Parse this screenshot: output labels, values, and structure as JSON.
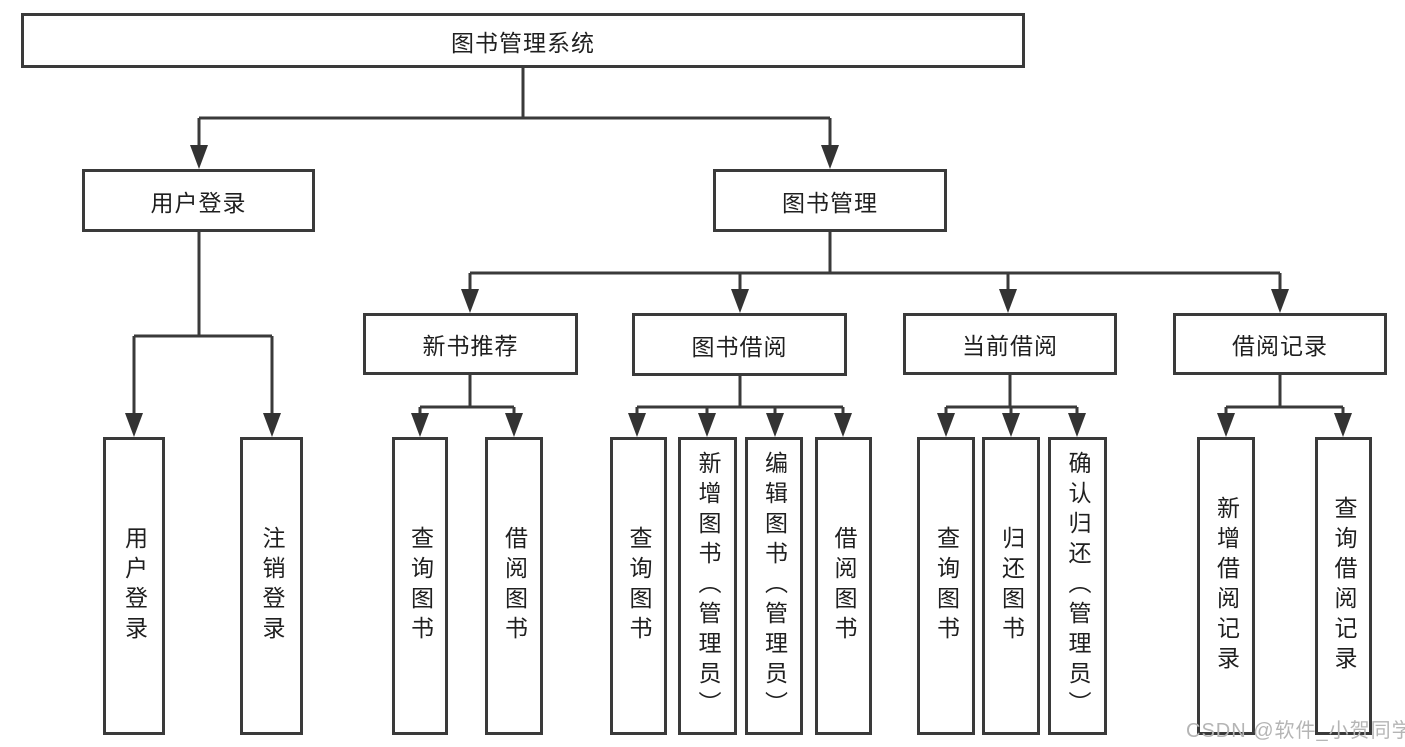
{
  "tree": {
    "label": "图书管理系统",
    "children": [
      {
        "label": "用户登录",
        "children": [
          {
            "label": "用户登录"
          },
          {
            "label": "注销登录"
          }
        ]
      },
      {
        "label": "图书管理",
        "children": [
          {
            "label": "新书推荐",
            "children": [
              {
                "label": "查询图书"
              },
              {
                "label": "借阅图书"
              }
            ]
          },
          {
            "label": "图书借阅",
            "children": [
              {
                "label": "查询图书"
              },
              {
                "label": "新增图书（管理员）"
              },
              {
                "label": "编辑图书（管理员）"
              },
              {
                "label": "借阅图书"
              }
            ]
          },
          {
            "label": "当前借阅",
            "children": [
              {
                "label": "查询图书"
              },
              {
                "label": "归还图书"
              },
              {
                "label": "确认归还（管理员）"
              }
            ]
          },
          {
            "label": "借阅记录",
            "children": [
              {
                "label": "新增借阅记录"
              },
              {
                "label": "查询借阅记录"
              }
            ]
          }
        ]
      }
    ]
  },
  "watermark": {
    "text": "CSDN @软件_小贺同学"
  },
  "colors": {
    "line": "#3a3a3a",
    "text": "#1f1f1f",
    "watermark-color": "#b5b5b5",
    "background": "#ffffff"
  }
}
